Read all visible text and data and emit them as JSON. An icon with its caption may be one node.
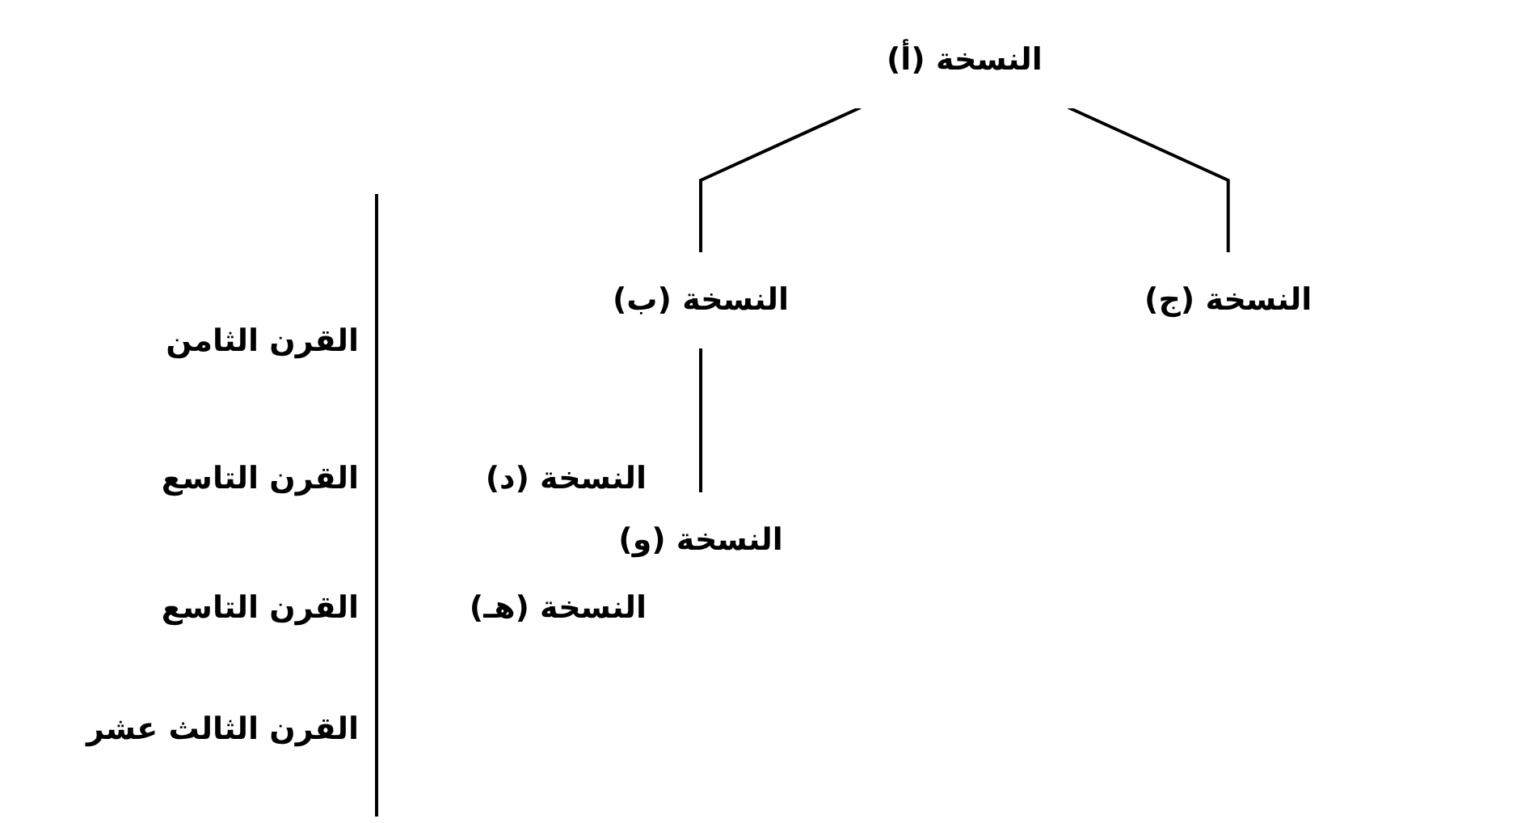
{
  "diagram": {
    "nodes": [
      {
        "text": [
          "النسخة (أ)"
        ]
      },
      {
        "text": [
          "النسخة (ب)"
        ]
      },
      {
        "text": [
          "النسخة (ج)"
        ]
      },
      {
        "text": [
          "النسخة (و)"
        ]
      }
    ],
    "edges": [
      {
        "from": 0,
        "to": 2,
        "arrow": "none"
      },
      {
        "from": 0,
        "to": 1,
        "arrow": "none"
      },
      {
        "from": 1,
        "to": 3,
        "arrow": "none"
      }
    ],
    "labels": [
      "القرن الثامن",
      "النسخة (د)",
      "القرن التاسع",
      "النسخة (هـ)",
      "القرن التاسع",
      "القرن الثالث عشر"
    ]
  }
}
